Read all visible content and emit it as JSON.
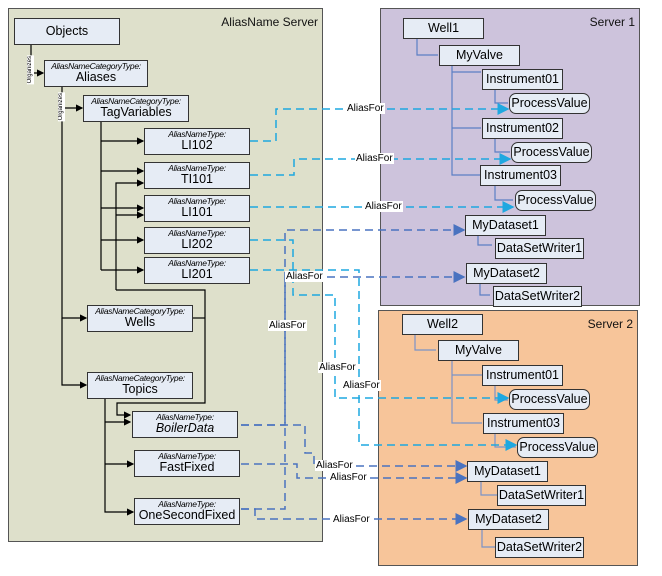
{
  "regions": {
    "alias_server": {
      "title": "AliasName Server",
      "color": "#dee0cb"
    },
    "server1": {
      "title": "Server 1",
      "color": "#cdc3dc"
    },
    "server2": {
      "title": "Server 2",
      "color": "#f7c59a"
    }
  },
  "alias_tree": {
    "objects": {
      "name": "Objects"
    },
    "aliases": {
      "type": "AliasNameCategoryType:",
      "name": "Aliases"
    },
    "tag_variables": {
      "type": "AliasNameCategoryType:",
      "name": "TagVariables"
    },
    "li102": {
      "type": "AliasNameType:",
      "name": "LI102"
    },
    "ti101": {
      "type": "AliasNameType:",
      "name": "TI101"
    },
    "li101": {
      "type": "AliasNameType:",
      "name": "LI101"
    },
    "li202": {
      "type": "AliasNameType:",
      "name": "LI202"
    },
    "li201": {
      "type": "AliasNameType:",
      "name": "LI201"
    },
    "wells": {
      "type": "AliasNameCategoryType:",
      "name": "Wells"
    },
    "topics": {
      "type": "AliasNameCategoryType:",
      "name": "Topics"
    },
    "boiler_data": {
      "type": "AliasNameType:",
      "name": "BoilerData"
    },
    "fast_fixed": {
      "type": "AliasNameType:",
      "name": "FastFixed"
    },
    "one_second_fixed": {
      "type": "AliasNameType:",
      "name": "OneSecondFixed"
    }
  },
  "server1_tree": {
    "well": "Well1",
    "valve": "MyValve",
    "instrument01": "Instrument01",
    "pv1": "ProcessValue",
    "instrument02": "Instrument02",
    "pv2": "ProcessValue",
    "instrument03": "Instrument03",
    "pv3": "ProcessValue",
    "dataset1": "MyDataset1",
    "writer1": "DataSetWriter1",
    "dataset2": "MyDataset2",
    "writer2": "DataSetWriter2"
  },
  "server2_tree": {
    "well": "Well2",
    "valve": "MyValve",
    "instrument01": "Instrument01",
    "pv1": "ProcessValue",
    "instrument03": "Instrument03",
    "pv3": "ProcessValue",
    "dataset1": "MyDataset1",
    "writer1": "DataSetWriter1",
    "dataset2": "MyDataset2",
    "writer2": "DataSetWriter2"
  },
  "reference_labels": {
    "organizes": "Organizes",
    "alias_for": "AliasFor"
  },
  "colors": {
    "node_fill": "#e6ecf5",
    "tree_line": "#000000",
    "server_line": "#5b7fc4",
    "alias_light": "#1fa8e0",
    "alias_dark": "#4a73c0"
  }
}
